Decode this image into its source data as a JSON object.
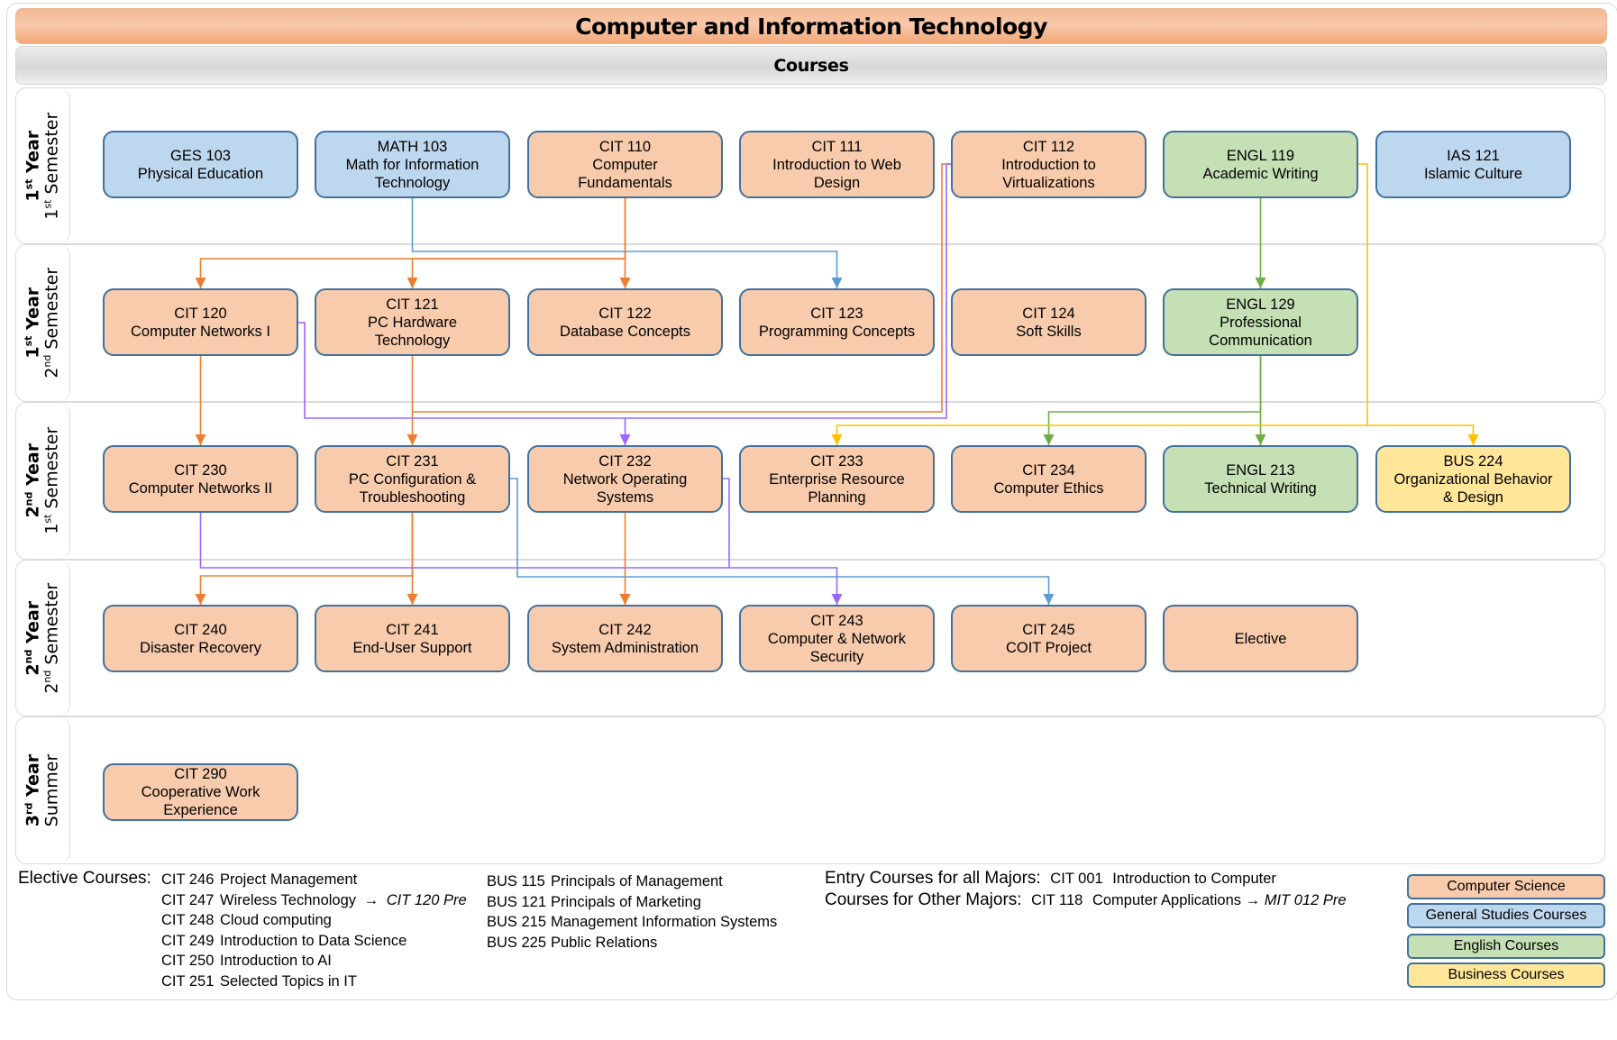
{
  "header": {
    "title": "Computer and Information Technology",
    "subtitle": "Courses"
  },
  "rows": [
    {
      "year_num": "1",
      "year_sup": "st",
      "year_word": "Year",
      "sem_num": "1",
      "sem_sup": "st",
      "sem_word": "Semester"
    },
    {
      "year_num": "1",
      "year_sup": "st",
      "year_word": "Year",
      "sem_num": "2",
      "sem_sup": "nd",
      "sem_word": "Semester"
    },
    {
      "year_num": "2",
      "year_sup": "nd",
      "year_word": "Year",
      "sem_num": "1",
      "sem_sup": "st",
      "sem_word": "Semester"
    },
    {
      "year_num": "2",
      "year_sup": "nd",
      "year_word": "Year",
      "sem_num": "2",
      "sem_sup": "nd",
      "sem_word": "Semester"
    },
    {
      "year_num": "3",
      "year_sup": "rd",
      "year_word": "Year",
      "sem_num": "",
      "sem_sup": "",
      "sem_word": "Summer"
    }
  ],
  "courses": [
    {
      "id": "GES103",
      "row": 0,
      "col": 0,
      "type": "gs",
      "lines": [
        "GES 103",
        "Physical Education"
      ]
    },
    {
      "id": "MATH103",
      "row": 0,
      "col": 1,
      "type": "gs",
      "lines": [
        "MATH 103",
        "Math for Information",
        "Technology"
      ]
    },
    {
      "id": "CIT110",
      "row": 0,
      "col": 2,
      "type": "cs",
      "lines": [
        "CIT 110",
        "Computer",
        "Fundamentals"
      ]
    },
    {
      "id": "CIT111",
      "row": 0,
      "col": 3,
      "type": "cs",
      "lines": [
        "CIT 111",
        "Introduction to Web",
        "Design"
      ]
    },
    {
      "id": "CIT112",
      "row": 0,
      "col": 4,
      "type": "cs",
      "lines": [
        "CIT 112",
        "Introduction to",
        "Virtualizations"
      ]
    },
    {
      "id": "ENGL119",
      "row": 0,
      "col": 5,
      "type": "en",
      "lines": [
        "ENGL 119",
        "Academic Writing"
      ]
    },
    {
      "id": "IAS121",
      "row": 0,
      "col": 6,
      "type": "gs",
      "lines": [
        "IAS 121",
        "Islamic Culture"
      ]
    },
    {
      "id": "CIT120",
      "row": 1,
      "col": 0,
      "type": "cs",
      "lines": [
        "CIT 120",
        "Computer Networks I"
      ]
    },
    {
      "id": "CIT121",
      "row": 1,
      "col": 1,
      "type": "cs",
      "lines": [
        "CIT 121",
        "PC Hardware",
        "Technology"
      ]
    },
    {
      "id": "CIT122",
      "row": 1,
      "col": 2,
      "type": "cs",
      "lines": [
        "CIT 122",
        "Database Concepts"
      ]
    },
    {
      "id": "CIT123",
      "row": 1,
      "col": 3,
      "type": "cs",
      "lines": [
        "CIT 123",
        "Programming Concepts"
      ]
    },
    {
      "id": "CIT124",
      "row": 1,
      "col": 4,
      "type": "cs",
      "lines": [
        "CIT 124",
        "Soft Skills"
      ]
    },
    {
      "id": "ENGL129",
      "row": 1,
      "col": 5,
      "type": "en",
      "lines": [
        "ENGL 129",
        "Professional",
        "Communication"
      ]
    },
    {
      "id": "CIT230",
      "row": 2,
      "col": 0,
      "type": "cs",
      "lines": [
        "CIT 230",
        "Computer Networks II"
      ]
    },
    {
      "id": "CIT231",
      "row": 2,
      "col": 1,
      "type": "cs",
      "lines": [
        "CIT 231",
        "PC Configuration &",
        "Troubleshooting"
      ]
    },
    {
      "id": "CIT232",
      "row": 2,
      "col": 2,
      "type": "cs",
      "lines": [
        "CIT 232",
        "Network Operating",
        "Systems"
      ]
    },
    {
      "id": "CIT233",
      "row": 2,
      "col": 3,
      "type": "cs",
      "lines": [
        "CIT 233",
        "Enterprise Resource",
        "Planning"
      ]
    },
    {
      "id": "CIT234",
      "row": 2,
      "col": 4,
      "type": "cs",
      "lines": [
        "CIT 234",
        "Computer Ethics"
      ]
    },
    {
      "id": "ENGL213",
      "row": 2,
      "col": 5,
      "type": "en",
      "lines": [
        "ENGL 213",
        "Technical Writing"
      ]
    },
    {
      "id": "BUS224",
      "row": 2,
      "col": 6,
      "type": "bu",
      "lines": [
        "BUS 224",
        "Organizational Behavior",
        "& Design"
      ]
    },
    {
      "id": "CIT240",
      "row": 3,
      "col": 0,
      "type": "cs",
      "lines": [
        "CIT 240",
        "Disaster Recovery"
      ]
    },
    {
      "id": "CIT241",
      "row": 3,
      "col": 1,
      "type": "cs",
      "lines": [
        "CIT 241",
        "End-User Support"
      ]
    },
    {
      "id": "CIT242",
      "row": 3,
      "col": 2,
      "type": "cs",
      "lines": [
        "CIT 242",
        "System Administration"
      ]
    },
    {
      "id": "CIT243",
      "row": 3,
      "col": 3,
      "type": "cs",
      "lines": [
        "CIT 243",
        "Computer & Network",
        "Security"
      ]
    },
    {
      "id": "CIT245",
      "row": 3,
      "col": 4,
      "type": "cs",
      "lines": [
        "CIT 245",
        "COIT Project"
      ]
    },
    {
      "id": "ELECTIVE",
      "row": 3,
      "col": 5,
      "type": "cs",
      "lines": [
        "Elective"
      ]
    },
    {
      "id": "CIT290",
      "row": 4,
      "col": 0,
      "type": "cs",
      "lines": [
        "CIT 290",
        "Cooperative Work",
        "Experience"
      ]
    }
  ],
  "prerequisites": [
    {
      "from": "CIT110",
      "to": "CIT120",
      "color": "#ed7d31"
    },
    {
      "from": "CIT110",
      "to": "CIT121",
      "color": "#ed7d31"
    },
    {
      "from": "CIT110",
      "to": "CIT122",
      "color": "#ed7d31"
    },
    {
      "from": "MATH103",
      "to": "CIT123",
      "color": "#5b9bd5"
    },
    {
      "from": "ENGL119",
      "to": "ENGL129",
      "color": "#70ad47"
    },
    {
      "from": "CIT120",
      "to": "CIT230",
      "color": "#ed7d31"
    },
    {
      "from": "CIT121",
      "to": "CIT231",
      "color": "#ed7d31"
    },
    {
      "from": "CIT112",
      "to": "CIT231",
      "color": "#ed7d31"
    },
    {
      "from": "CIT120",
      "to": "CIT232",
      "color": "#9966ff"
    },
    {
      "from": "CIT112",
      "to": "CIT232",
      "color": "#9966ff"
    },
    {
      "from": "ENGL129",
      "to": "CIT234",
      "color": "#70ad47"
    },
    {
      "from": "ENGL129",
      "to": "ENGL213",
      "color": "#70ad47"
    },
    {
      "from": "ENGL119",
      "to": "CIT233",
      "color": "#ffc000"
    },
    {
      "from": "ENGL119",
      "to": "BUS224",
      "color": "#ffc000"
    },
    {
      "from": "CIT231",
      "to": "CIT240",
      "color": "#ed7d31"
    },
    {
      "from": "CIT231",
      "to": "CIT241",
      "color": "#ed7d31"
    },
    {
      "from": "CIT232",
      "to": "CIT242",
      "color": "#ed7d31"
    },
    {
      "from": "CIT230",
      "to": "CIT243",
      "color": "#9966ff"
    },
    {
      "from": "CIT232",
      "to": "CIT243",
      "color": "#9966ff"
    },
    {
      "from": "CIT231",
      "to": "CIT245",
      "color": "#5b9bd5"
    }
  ],
  "footer": {
    "elective_heading": "Elective Courses:",
    "electives_cit": [
      {
        "code": "CIT 246",
        "name": "Project Management",
        "note": ""
      },
      {
        "code": "CIT 247",
        "name": "Wireless Technology",
        "arrow": "→",
        "note": "CIT 120 Pre"
      },
      {
        "code": "CIT 248",
        "name": "Cloud computing",
        "note": ""
      },
      {
        "code": "CIT 249",
        "name": "Introduction to Data Science",
        "note": ""
      },
      {
        "code": "CIT 250",
        "name": "Introduction to AI",
        "note": ""
      },
      {
        "code": "CIT 251",
        "name": "Selected Topics in IT",
        "note": ""
      }
    ],
    "electives_bus": [
      {
        "code": "BUS 115",
        "name": "Principals of Management"
      },
      {
        "code": "BUS 121",
        "name": "Principals of Marketing"
      },
      {
        "code": "BUS 215",
        "name": "Management Information Systems"
      },
      {
        "code": "BUS 225",
        "name": "Public Relations"
      }
    ],
    "entry_heading": "Entry Courses for all Majors:",
    "entry_code": "CIT 001",
    "entry_name": "Introduction to Computer",
    "other_heading": "Courses for Other Majors:",
    "other_code": "CIT 118",
    "other_name": "Computer Applications",
    "other_arrow": "→",
    "other_note": "MIT 012 Pre"
  },
  "legend": [
    {
      "type": "cs",
      "label": "Computer Science",
      "color": "#f8cbad"
    },
    {
      "type": "gs",
      "label": "General Studies Courses",
      "color": "#bdd7ee"
    },
    {
      "type": "en",
      "label": "English Courses",
      "color": "#c5e0b4"
    },
    {
      "type": "bu",
      "label": "Business Courses",
      "color": "#ffe699"
    }
  ]
}
